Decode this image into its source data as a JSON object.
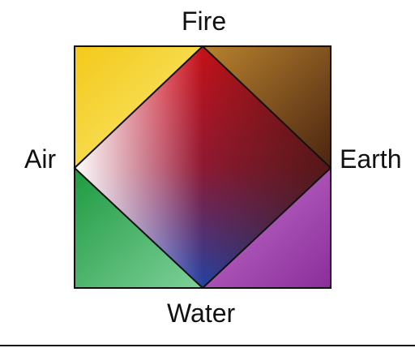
{
  "elements": {
    "top": "Fire",
    "left": "Air",
    "right": "Earth",
    "bottom": "Water"
  },
  "colors": {
    "fire": "#e0101a",
    "air": "#ffffff",
    "earth": "#3a1a0e",
    "water": "#1f4ec0",
    "air_fire_quadrant": "#f4d21c",
    "fire_earth_quadrant": "#8a5a24",
    "air_water_quadrant": "#2aa040",
    "water_earth_quadrant": "#b048b8",
    "bottom_rule": "#111111"
  }
}
